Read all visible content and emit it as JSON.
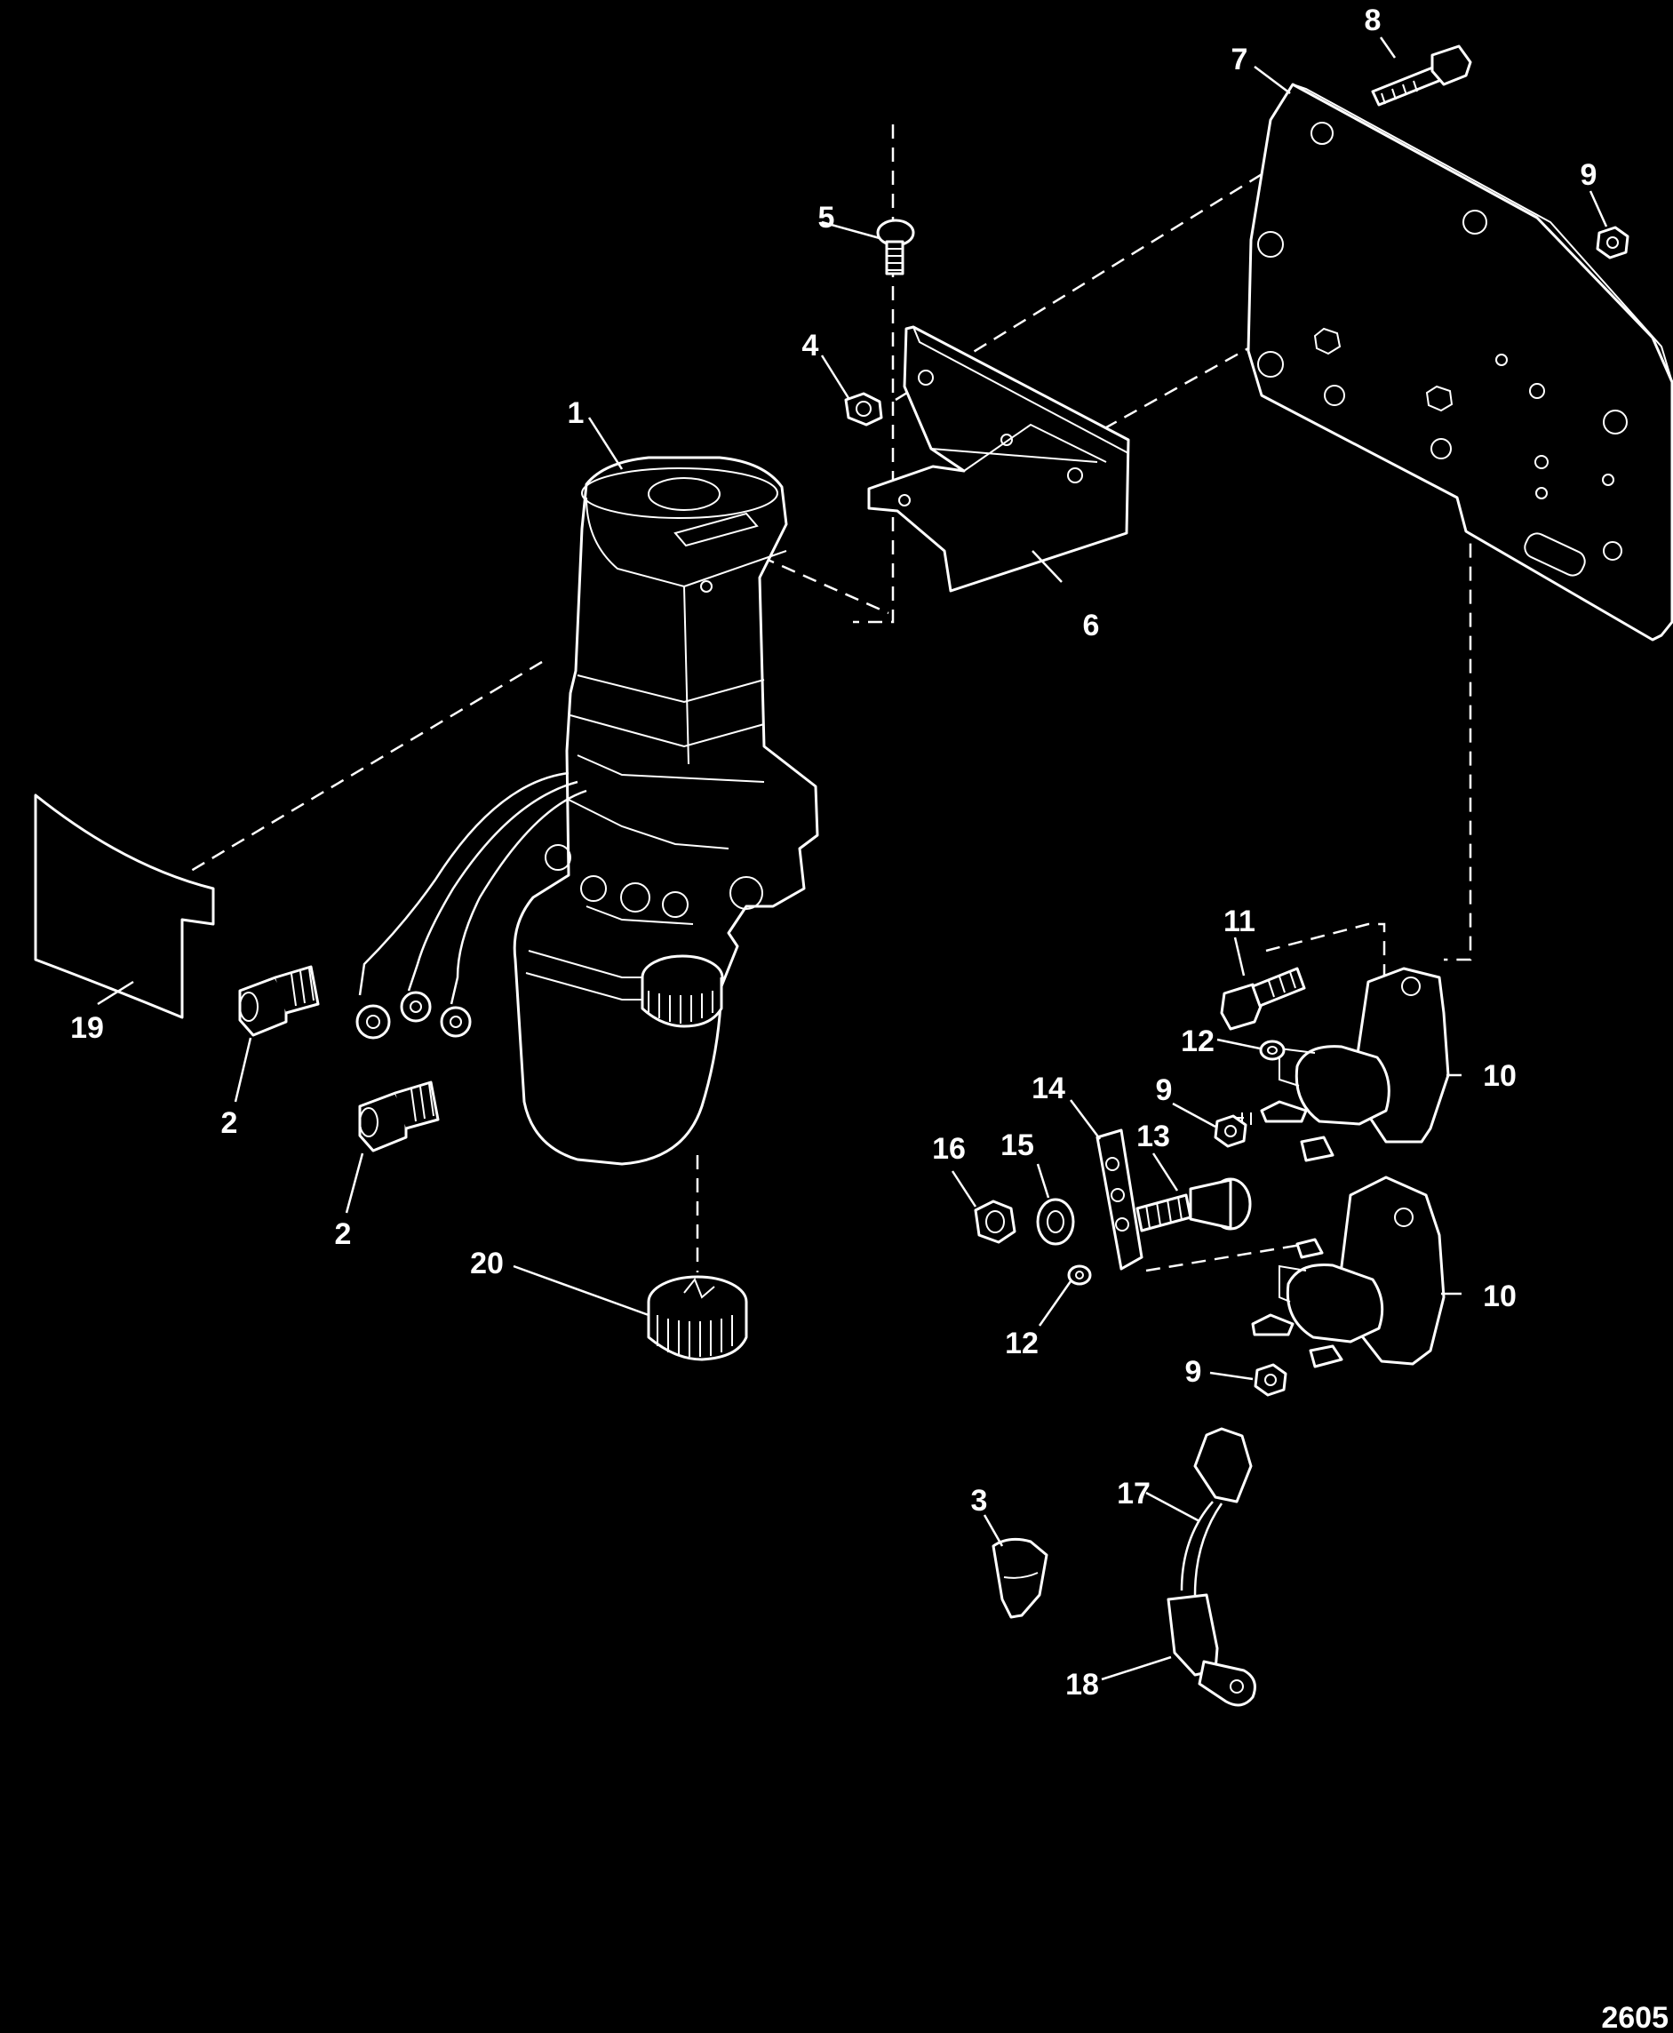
{
  "figure_number": "2605",
  "callouts": {
    "c1": "1",
    "c2a": "2",
    "c2b": "2",
    "c3": "3",
    "c4": "4",
    "c5": "5",
    "c6": "6",
    "c7": "7",
    "c8": "8",
    "c9a": "9",
    "c9b": "9",
    "c9c": "9",
    "c10a": "10",
    "c10b": "10",
    "c11": "11",
    "c12a": "12",
    "c12b": "12",
    "c13": "13",
    "c14": "14",
    "c15": "15",
    "c16": "16",
    "c17": "17",
    "c18": "18",
    "c19": "19",
    "c20": "20"
  }
}
